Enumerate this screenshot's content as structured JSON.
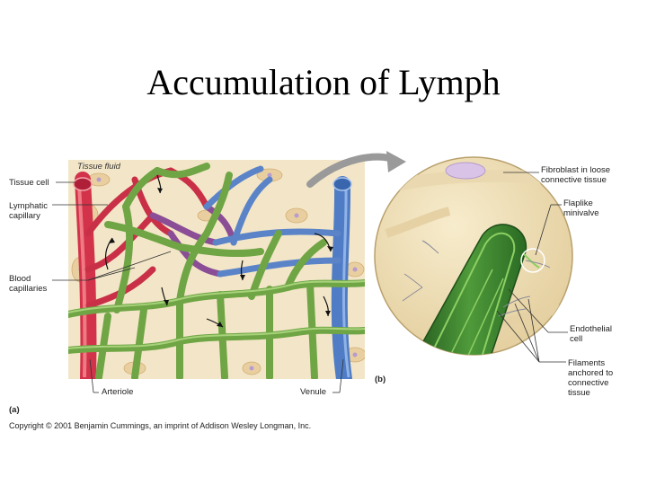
{
  "slide": {
    "title": "Accumulation of Lymph",
    "copyright": "Copyright © 2001 Benjamin Cummings, an imprint of Addison Wesley Longman, Inc."
  },
  "panel_a": {
    "panel_label": "(a)",
    "labels": {
      "tissue_fluid": "Tissue fluid",
      "tissue_cell": "Tissue cell",
      "lymphatic_capillary": "Lymphatic\ncapillary",
      "blood_capillaries": "Blood\ncapillaries",
      "arteriole": "Arteriole",
      "venule": "Venule"
    }
  },
  "panel_b": {
    "panel_label": "(b)",
    "labels": {
      "fibroblast": "Fibroblast in loose\nconnective tissue",
      "flaplike_minivalve": "Flaplike\nminivalve",
      "endothelial_cell": "Endothelial\ncell",
      "filaments": "Filaments\nanchored to\nconnective\ntissue"
    }
  },
  "colors": {
    "tissue_bg": "#f3e6c8",
    "arteriole": "#d2334a",
    "venule": "#4f7cc4",
    "lymphatic": "#6fa544",
    "capillary_mix": "#8a4d96",
    "lymph_dark": "#2f6a28"
  }
}
